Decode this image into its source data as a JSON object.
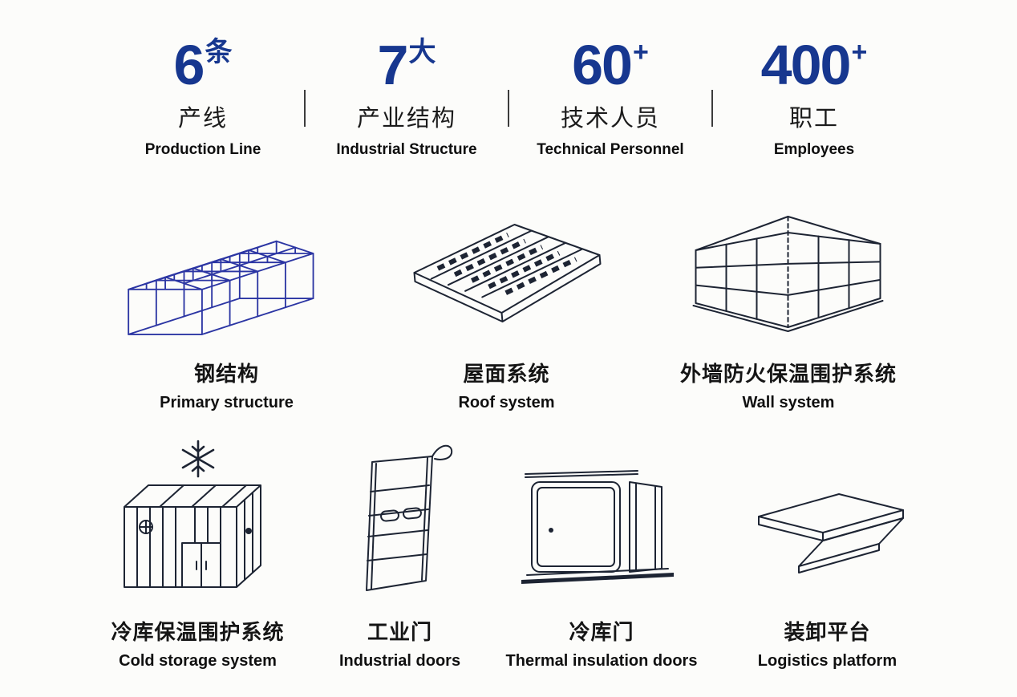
{
  "colors": {
    "accent_blue": "#17378f",
    "steel_blue": "#2b35a3",
    "line_ink": "#1d2433",
    "background": "#fcfcfa"
  },
  "stats": [
    {
      "number": "6",
      "suffix": "条",
      "label_zh": "产线",
      "label_en": "Production Line"
    },
    {
      "number": "7",
      "suffix": "大",
      "label_zh": "产业结构",
      "label_en": "Industrial Structure"
    },
    {
      "number": "60",
      "suffix": "+",
      "label_zh": "技术人员",
      "label_en": "Technical Personnel"
    },
    {
      "number": "400",
      "suffix": "+",
      "label_zh": "职工",
      "label_en": "Employees"
    }
  ],
  "products_row1": [
    {
      "label_zh": "钢结构",
      "label_en": "Primary structure",
      "icon": "steel-structure-icon"
    },
    {
      "label_zh": "屋面系统",
      "label_en": "Roof system",
      "icon": "roof-system-icon"
    },
    {
      "label_zh": "外墙防火保温围护系统",
      "label_en": "Wall system",
      "icon": "wall-system-icon"
    }
  ],
  "products_row2": [
    {
      "label_zh": "冷库保温围护系统",
      "label_en": "Cold storage system",
      "icon": "cold-storage-icon"
    },
    {
      "label_zh": "工业门",
      "label_en": "Industrial doors",
      "icon": "industrial-door-icon"
    },
    {
      "label_zh": "冷库门",
      "label_en": "Thermal insulation doors",
      "icon": "thermal-insulation-door-icon"
    },
    {
      "label_zh": "装卸平台",
      "label_en": "Logistics platform",
      "icon": "logistics-platform-icon"
    }
  ]
}
